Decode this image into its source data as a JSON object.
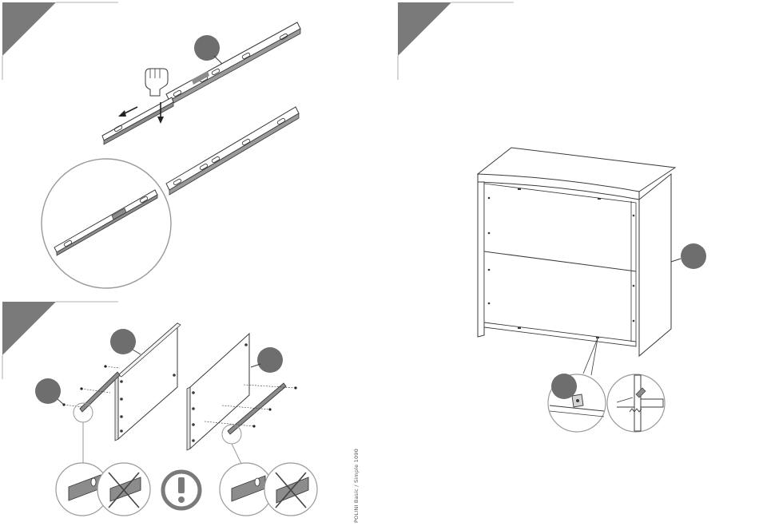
{
  "document": {
    "footer_text": "POLINI Basic / Simple 1090",
    "colors": {
      "step_corner": "#7a7a7a",
      "callout_circle": "#6e6e6e",
      "line": "#3a3a3a",
      "rail_fill": "#8c8c8c",
      "light_fill": "#d4d4d4",
      "detail_circle_stroke": "#9a9a9a",
      "warning_icon": "#7a7a7a"
    },
    "steps": [
      {
        "id": "step-a",
        "description_icon": "rail-separation"
      },
      {
        "id": "step-b",
        "description_icon": "rail-mounting-on-panels"
      },
      {
        "id": "step-c",
        "description_icon": "carcass-with-corner-fitting"
      }
    ],
    "icons": [
      "hand-pinch-icon",
      "arrow-left-icon",
      "arrow-down-icon",
      "warning-exclamation-icon",
      "cross-mark-icon"
    ]
  }
}
